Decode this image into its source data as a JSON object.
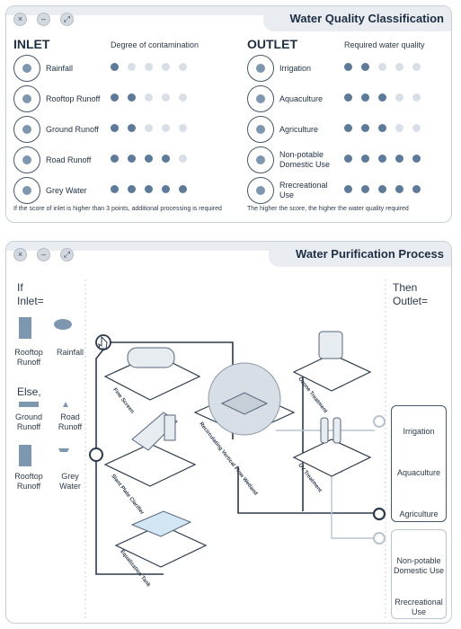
{
  "classification": {
    "title": "Water Quality Classification",
    "inlet": {
      "heading": "INLET",
      "subheading": "Degree of contamination",
      "note": "If the score of inlet is higher than 3 points, additional processing is required",
      "rows": [
        {
          "label": "Rainfall",
          "score": 1,
          "icon": "rain-cloud-icon"
        },
        {
          "label": "Rooftop Runoff",
          "score": 2,
          "icon": "building-icon"
        },
        {
          "label": "Ground Runoff",
          "score": 2,
          "icon": "ground-runoff-icon"
        },
        {
          "label": "Road Runoff",
          "score": 4,
          "icon": "drops-icon"
        },
        {
          "label": "Grey Water",
          "score": 5,
          "icon": "shower-icon"
        }
      ]
    },
    "outlet": {
      "heading": "OUTLET",
      "subheading": "Required water quality",
      "note": "The higher the score, the higher the water quality required",
      "rows": [
        {
          "label": "Irrigation",
          "score": 2,
          "icon": "sprinkler-icon"
        },
        {
          "label": "Aquaculture",
          "score": 3,
          "icon": "aquarium-icon"
        },
        {
          "label": "Agriculture",
          "score": 3,
          "icon": "crops-icon"
        },
        {
          "label": "Non-potable Domestic Use",
          "score": 5,
          "icon": "toilet-icon"
        },
        {
          "label": "Rrecreational Use",
          "score": 5,
          "icon": "swimmer-icon"
        }
      ]
    }
  },
  "process": {
    "title": "Water Purification Process",
    "if_inlet": "If Inlet=",
    "else_label": "Else,",
    "then_outlet": "Then Outlet=",
    "if_sources": [
      "Rooftop Runoff",
      "Rainfall"
    ],
    "else_sources": [
      "Ground Runoff",
      "Road Runoff",
      "Rooftop Runoff",
      "Grey Water"
    ],
    "stages": [
      "Fine Screen",
      "Slant Plate Clarifier",
      "Equalization Tank",
      "Recirculating Vertical Flow Wetland",
      "Ozone Treatment",
      "UV Treatment"
    ],
    "outlets_primary": [
      "Irrigation",
      "Aquaculture",
      "Agriculture"
    ],
    "outlets_secondary": [
      "Non-potable Domestic Use",
      "Rrecreational Use"
    ]
  },
  "window_buttons": {
    "close": "×",
    "minimize": "–",
    "maximize": "⤢"
  },
  "colors": {
    "accent": "#5c7a9a",
    "dot_off": "#d8dfe6",
    "ink": "#1e2f44",
    "titlebar": "#e9edf1"
  }
}
